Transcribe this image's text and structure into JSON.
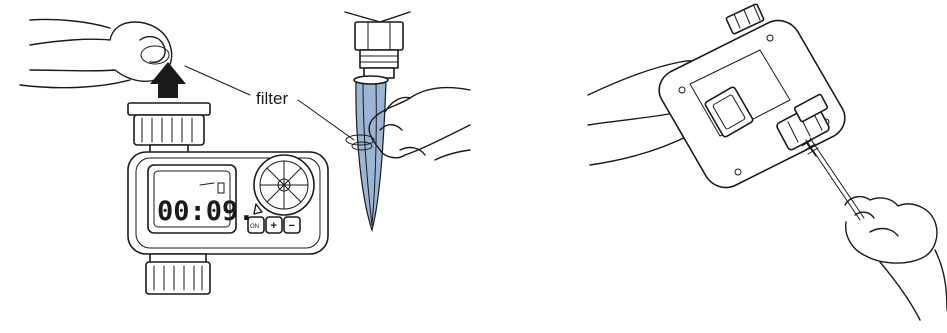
{
  "callout": {
    "label": "filter"
  },
  "timer": {
    "display": "00:09.",
    "buttons": {
      "on": "ON",
      "plus": "+",
      "minus": "−"
    }
  }
}
